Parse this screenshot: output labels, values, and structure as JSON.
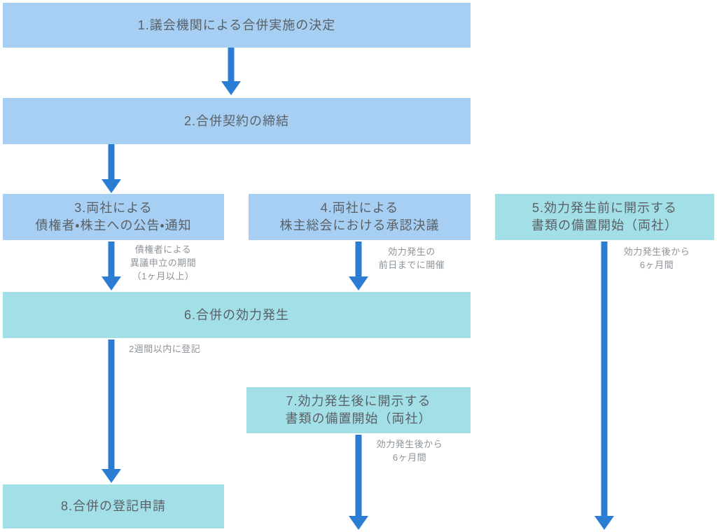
{
  "colors": {
    "box-blue": "#a6cff3",
    "box-teal": "#a2dfe7",
    "arrow": "#2b7dd4",
    "box-text": "#5a6066",
    "note-text": "#8d9399",
    "background": "#ffffff"
  },
  "boxes": [
    {
      "id": "step1",
      "lines": [
        "1.議会機関による合併実施の決定"
      ]
    },
    {
      "id": "step2",
      "lines": [
        "2.合併契約の締結"
      ]
    },
    {
      "id": "step3",
      "lines": [
        "3.両社による",
        "債権者・株主への公告・通知"
      ]
    },
    {
      "id": "step4",
      "lines": [
        "4.両社による",
        "株主総会における承認決議"
      ]
    },
    {
      "id": "step5",
      "lines": [
        "5.効力発生前に開示する",
        "書類の備置開始（両社）"
      ]
    },
    {
      "id": "step6",
      "lines": [
        "6.合併の効力発生"
      ]
    },
    {
      "id": "step7",
      "lines": [
        "7.効力発生後に開示する",
        "書類の備置開始（両社）"
      ]
    },
    {
      "id": "step8",
      "lines": [
        "8.合併の登記申請"
      ]
    }
  ],
  "notes": [
    {
      "id": "creditor-objection-period",
      "lines": [
        "債権者による",
        "異議申立の期間",
        "（1ヶ月以上）"
      ]
    },
    {
      "id": "held-by-day-before-effect",
      "lines": [
        "効力発生の",
        "前日までに開催"
      ]
    },
    {
      "id": "six-months-from-effect-right",
      "lines": [
        "効力発生後から",
        "6ヶ月間"
      ]
    },
    {
      "id": "register-within-two-weeks",
      "lines": [
        "2週間以内に登記"
      ]
    },
    {
      "id": "six-months-from-effect-mid",
      "lines": [
        "効力発生後から",
        "6ヶ月間"
      ]
    }
  ]
}
